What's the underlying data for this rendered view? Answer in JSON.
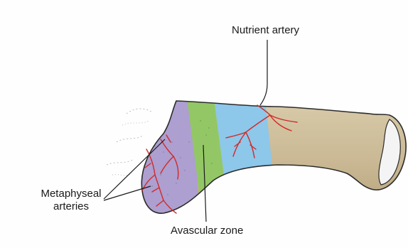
{
  "diagram": {
    "labels": {
      "nutrient_artery": "Nutrient artery",
      "metaphyseal_line1": "Metaphyseal",
      "metaphyseal_line2": "arteries",
      "avascular_zone": "Avascular zone"
    },
    "colors": {
      "background": "#fefefe",
      "bone_shaft": "#cdbd9a",
      "bone_outline": "#2b2b2b",
      "metaphysis_purple": "#ad9fcf",
      "avascular_green": "#93c766",
      "vascular_blue": "#8dc7ea",
      "artery_red": "#d12a2a",
      "leader_line": "#1a1a1a"
    }
  }
}
